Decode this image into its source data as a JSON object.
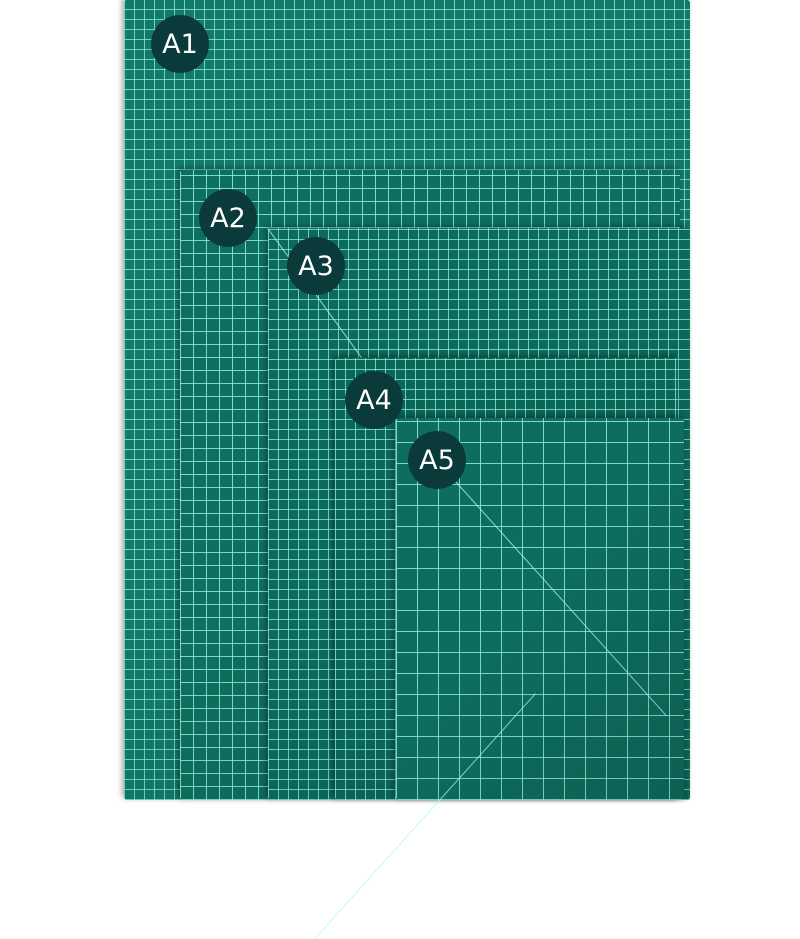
{
  "mats": [
    {
      "label": "A1"
    },
    {
      "label": "A2"
    },
    {
      "label": "A3"
    },
    {
      "label": "A4"
    },
    {
      "label": "A5"
    }
  ],
  "colors": {
    "mat": "#0f6f5e",
    "grid": "#8cf0e6",
    "label_bg": "#0b3a3a",
    "label_text": "#ffffff"
  }
}
